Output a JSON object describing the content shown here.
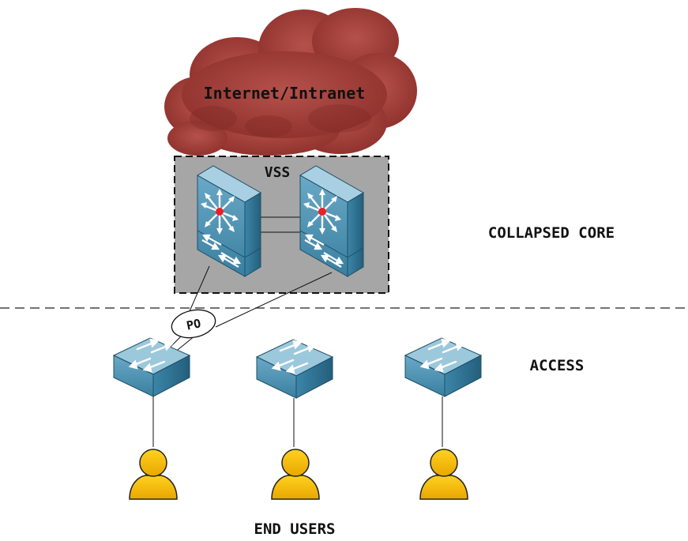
{
  "cloud": {
    "label": "Internet/Intranet",
    "color": "#a8403b"
  },
  "vss_box": {
    "label": "VSS",
    "fill": "#a6a6a6"
  },
  "port_channel": {
    "label": "PO"
  },
  "tiers": {
    "core": "COLLAPSED CORE",
    "access": "ACCESS",
    "users": "END USERS"
  },
  "icons": {
    "core_switch": "multilayer-switch-icon",
    "access_switch": "workgroup-switch-icon",
    "user": "user-icon"
  },
  "colors": {
    "switch_top": "#9cc8dc",
    "switch_front": "#4a90b0",
    "switch_side": "#2d6f8f",
    "user": "#f5b800"
  }
}
